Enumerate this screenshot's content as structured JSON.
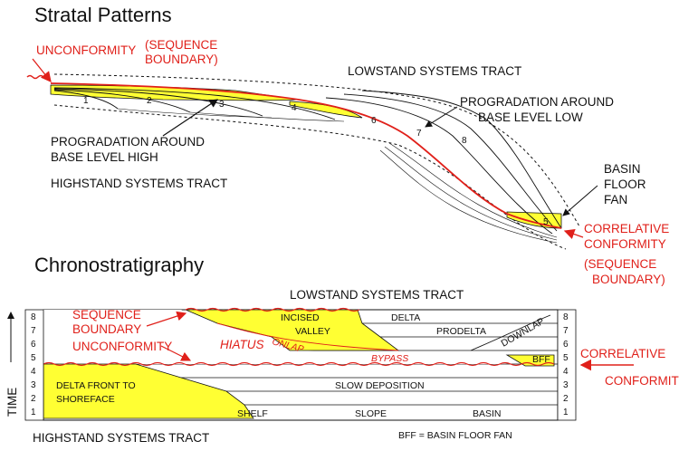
{
  "colors": {
    "red": "#e0201a",
    "yellow": "#ffff33",
    "line": "#111111",
    "bg": "#ffffff"
  },
  "top_panel": {
    "title": "Stratal Patterns",
    "unconformity": "UNCONFORMITY",
    "sequence_boundary_1": "(SEQUENCE",
    "sequence_boundary_2": "BOUNDARY)",
    "lowstand_title": "LOWSTAND SYSTEMS TRACT",
    "prog_low_1": "PROGRADATION AROUND",
    "prog_low_2": "BASE LEVEL LOW",
    "prog_high_1": "PROGRADATION AROUND",
    "prog_high_2": "BASE LEVEL HIGH",
    "highstand_title": "HIGHSTAND SYSTEMS TRACT",
    "bff_1": "BASIN",
    "bff_2": "FLOOR",
    "bff_3": "FAN",
    "correlative_1": "CORRELATIVE",
    "correlative_2": "CONFORMITY",
    "correlative_3": "(SEQUENCE",
    "correlative_4": "BOUNDARY)",
    "layer_numbers": [
      "1",
      "2",
      "3",
      "4",
      "5",
      "6",
      "7",
      "8"
    ]
  },
  "bottom_panel": {
    "title": "Chronostratigraphy",
    "lowstand_title": "LOWSTAND SYSTEMS TRACT",
    "seq_boundary_1": "SEQUENCE",
    "seq_boundary_2": "BOUNDARY",
    "unconformity": "UNCONFORMITY",
    "hiatus": "HIATUS",
    "onlap": "ONLAP",
    "bypass": "BYPASS",
    "downlap": "DOWNLAP",
    "incised": "INCISED",
    "valley": "VALLEY",
    "delta": "DELTA",
    "prodelta": "PRODELTA",
    "bff_short": "BFF",
    "delta_front_1": "DELTA FRONT TO",
    "delta_front_2": "SHOREFACE",
    "slow_deposition": "SLOW DEPOSITION",
    "shelf": "SHELF",
    "slope": "SLOPE",
    "basin": "BASIN",
    "time_axis": "TIME",
    "rows_left": [
      "8",
      "7",
      "6",
      "5",
      "4",
      "3",
      "2",
      "1"
    ],
    "rows_right": [
      "8",
      "7",
      "6",
      "5",
      "4",
      "3",
      "2",
      "1"
    ],
    "correlative_1": "CORRELATIVE",
    "correlative_2": "CONFORMITY",
    "highstand_title": "HIGHSTAND SYSTEMS TRACT",
    "legend": "BFF = BASIN FLOOR FAN"
  }
}
